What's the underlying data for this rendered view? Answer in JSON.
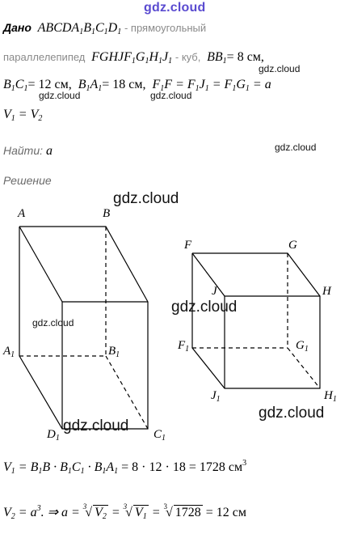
{
  "header": {
    "site": "gdz.cloud"
  },
  "given": {
    "title": "Дано",
    "box_name": "ABCDA",
    "box_name_tail": "B",
    "box_desc": "- прямоугольный",
    "line2_word": "параллелепипед",
    "cube_name": "FGHJF",
    "cube_desc": "- куб,",
    "bb1": "BB",
    "bb1_val": "= 8 см,",
    "b1c1_val": "= 12 см,",
    "b1a1_val": "= 18 см,",
    "eq_a": "= a",
    "v_eq": "V"
  },
  "find": {
    "title": "Найти:",
    "value": "a"
  },
  "solution": {
    "title": "Решение"
  },
  "labels": {
    "A": "A",
    "B": "B",
    "A1": "A",
    "B1": "B",
    "D1": "D",
    "C1": "C",
    "F": "F",
    "G": "G",
    "J": "J",
    "H": "H",
    "F1": "F",
    "G1": "G",
    "J1": "J",
    "H1": "H",
    "sub1": "1"
  },
  "formula1": {
    "lhs": "V",
    "rhs": "= 8 · 12 · 18 = 1728 см"
  },
  "formula2": {
    "lhs": "V",
    "rhs_end": "= 12 см",
    "num": "1728"
  },
  "watermarks": [
    "gdz.cloud"
  ]
}
